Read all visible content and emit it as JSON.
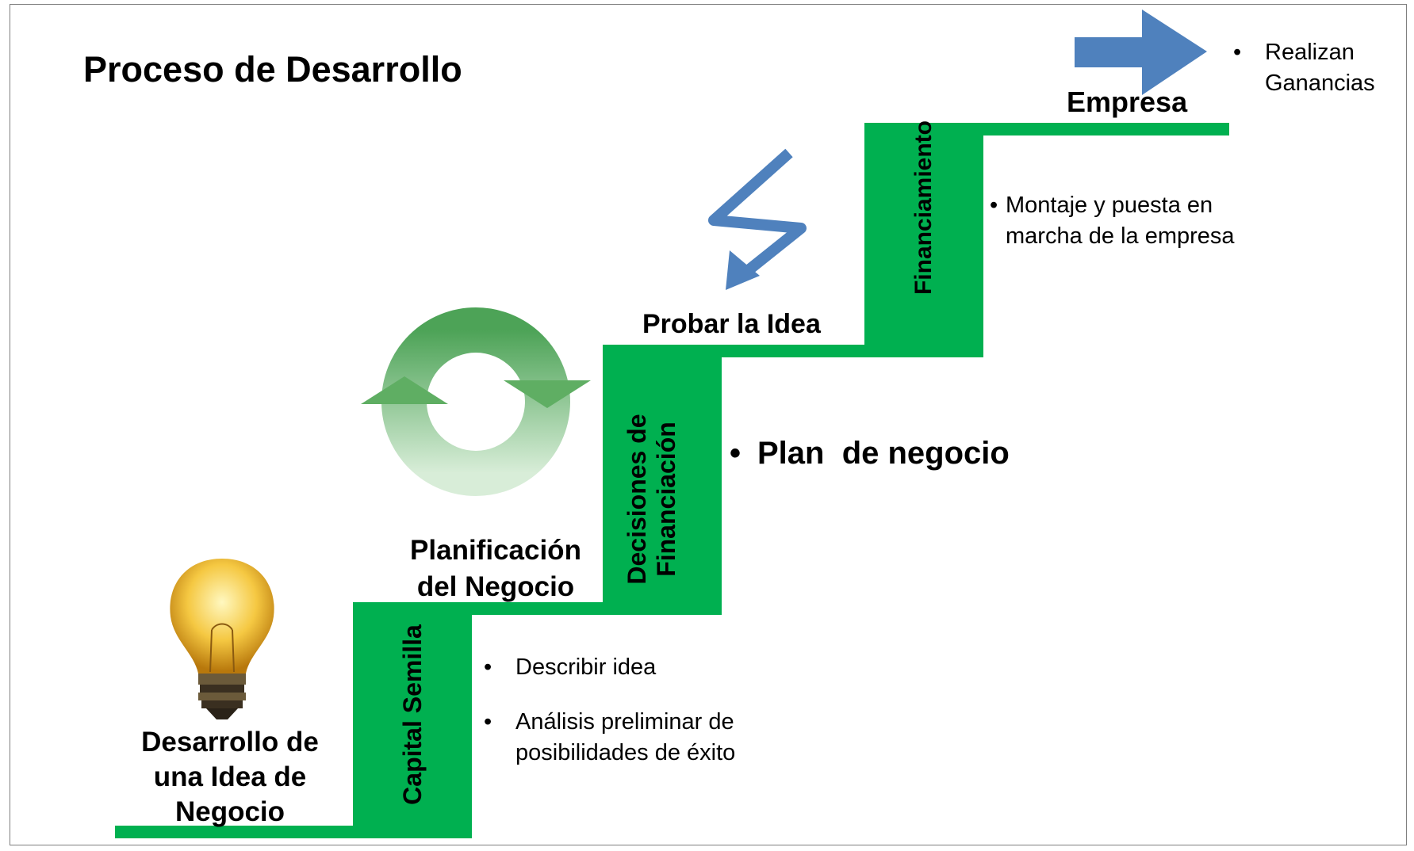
{
  "title": "Proceso de Desarrollo",
  "stages": {
    "idea": "Desarrollo de una Idea de Negocio",
    "planning": "Planificación del Negocio",
    "test": "Probar la Idea",
    "company": "Empresa"
  },
  "risers": {
    "seed": "Capital Semilla",
    "decisions": "Decisiones de Financiación",
    "financing": "Financiamiento"
  },
  "notes": {
    "idea_bullets": [
      "Describir idea",
      "Análisis preliminar de posibilidades de éxito"
    ],
    "plan_bullet": "Plan  de negocio",
    "financing_bullet": "Montaje y puesta en marcha de la empresa",
    "company_bullet": "Realizan Ganancias"
  },
  "colors": {
    "step": "#00b050",
    "arrow": "#4f81bd",
    "cycle": "#4da357"
  },
  "icons": [
    "lightbulb-icon",
    "cycle-arrows-icon",
    "zigzag-arrow-icon",
    "right-arrow-icon"
  ]
}
